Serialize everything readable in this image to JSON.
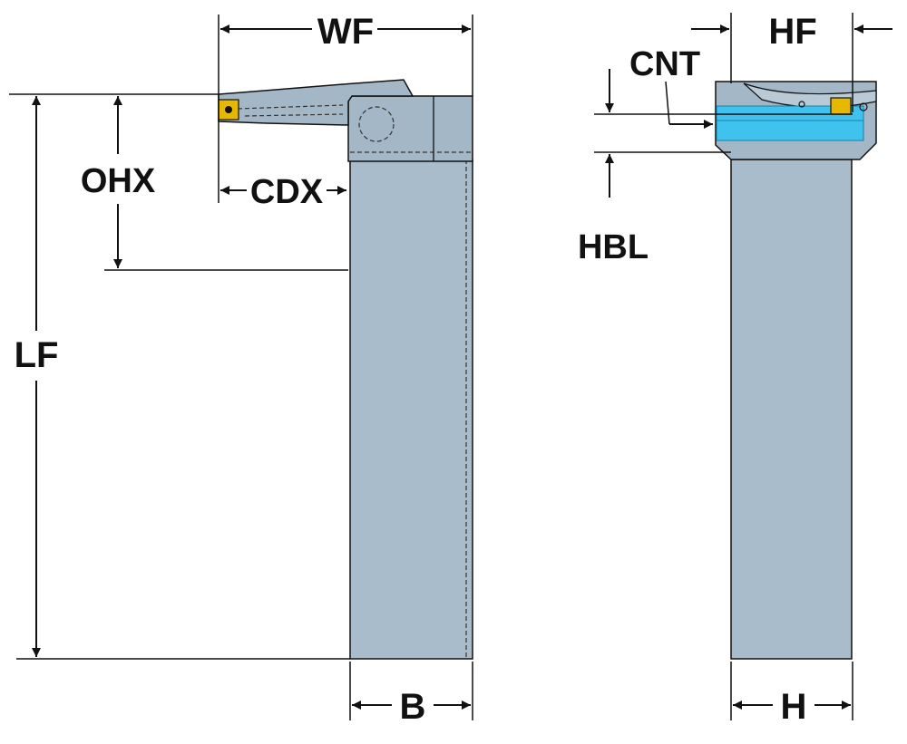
{
  "colors": {
    "holder_body": "#a9bccb",
    "holder_head": "#a3b7c6",
    "coolant_channel": "#3fc3ee",
    "insert": "#e6b800",
    "line": "#111111"
  },
  "labels": {
    "wf": "WF",
    "ohx": "OHX",
    "cdx": "CDX",
    "lf": "LF",
    "b": "B",
    "hf": "HF",
    "cnt": "CNT",
    "hbl": "HBL",
    "h": "H"
  }
}
